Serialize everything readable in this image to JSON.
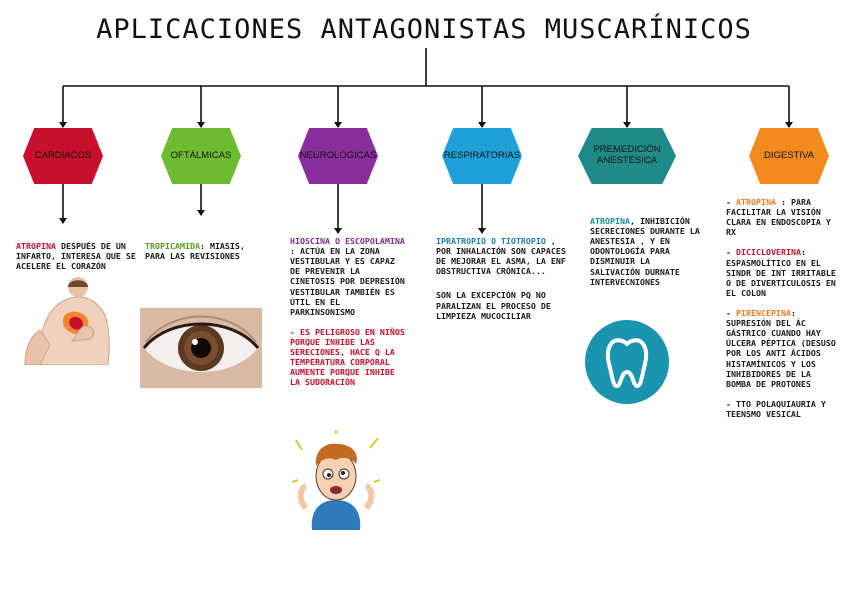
{
  "title": "APLICACIONES ANTAGONISTAS MUSCARÍNICOS",
  "categories": [
    {
      "label": "CARDIACOS",
      "color": "#c8102e"
    },
    {
      "label": "OFTÁLMICAS",
      "color": "#6dbb2e"
    },
    {
      "label": "NEUROLÓGICAS",
      "color": "#8a2e9e"
    },
    {
      "label": "RESPIRATORIAS",
      "color": "#1ea0d8"
    },
    {
      "label": "PREMEDICIÓN ANESTÉSICA",
      "color": "#1f8a8a"
    },
    {
      "label": "DIGESTIVA",
      "color": "#f28a1d"
    }
  ],
  "cardiacos": {
    "drug": "ATROPINA",
    "text": " DESPUÉS DE UN INFARTO, INTERESA QUE SE ACELERE EL CORAZÓN"
  },
  "oftalmicas": {
    "drug": "TROPICAMIDA",
    "text": ": MIASIS, PARA LAS REVISIONES"
  },
  "neurologicas": {
    "drug": "HIOSCINA O ESCOPOLAMINA",
    "text": " : ACTÚA EN LA ZONA VESTIBULAR Y ES CAPAZ DE PREVENIR LA CINETOSIS POR DEPRESIÓN VESTIBULAR TAMBIÉN ES ÚTIL EN EL PARKINSONISMO",
    "warning": "- ES PELIGROSO EN NIÑOS PORQUE INHIBE LAS SERECIONES, HACE Q LA TEMPERATURA CORPORAL AUMENTE PORQUE INHIBE LA SUDORACIÓN"
  },
  "respiratorias": {
    "drug": "IPRATROPIO O TIOTROPIO",
    "text": " , POR INHALACIÓN SON CAPACES DE MEJORAR EL ASMA, LA ENF OBSTRUCTIVA CRÓNICA...",
    "note": "SON LA EXCEPCIÓN PQ NO PARALIZAN EL PROCESO DE LIMPIEZA MUCOCILIAR"
  },
  "premedicacion": {
    "drug": "ATROPINA",
    "text": ", INHIBICIÓN SECRECIONES DURANTE LA ANESTESIA , Y EN ODONTOLOGÍA PARA DISMINUIR LA SALIVACIÓN DURNATE INTERVECNIONES"
  },
  "digestiva": {
    "item1_prefix": "- ",
    "item1_drug": "ATROPINA",
    "item1_text": " : PARA FACILITAR LA VISIÓN CLARA EN ENDOSCOPIA Y RX",
    "item2_prefix": "- ",
    "item2_drug": "DICICLOVERINA",
    "item2_text": ": ESPASMOLÍTICO EN EL SINDR DE INT IRRITABLE O DE DIVERTICULOSIS EN EL COLON",
    "item3_prefix": "- ",
    "item3_drug": "PIRENCEPINA",
    "item3_text": ": SUPRESIÓN DEL ÁC GÁSTRICO CUANDO HAY ÚLCERA PÉPTICA (DESUSO POR LOS ANTI ÁCIDOS HISTAMÍNICOS Y LOS INHIBIDORES DE LA BOMBA DE PROTONES",
    "item4": "- TTO POLAQUIAURIA Y TEENSMO VESICAL"
  }
}
